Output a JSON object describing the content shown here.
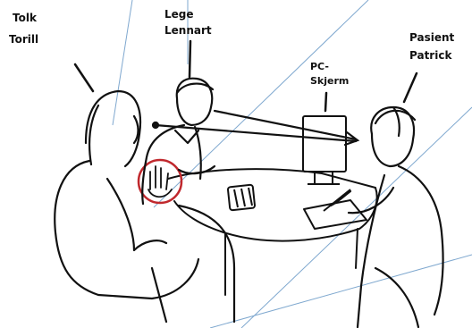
{
  "labels": {
    "interpreter": [
      "Tolk",
      "Torill"
    ],
    "doctor": [
      "Lege",
      "Lennart"
    ],
    "screen": [
      "PC-",
      "Skjerm"
    ],
    "patient": [
      "Pasient",
      "Patrick"
    ]
  },
  "colors": {
    "ink": "#111111",
    "guide_lines": "#7fa8cf",
    "highlight_circle": "#c0282d",
    "background": "#ffffff"
  }
}
